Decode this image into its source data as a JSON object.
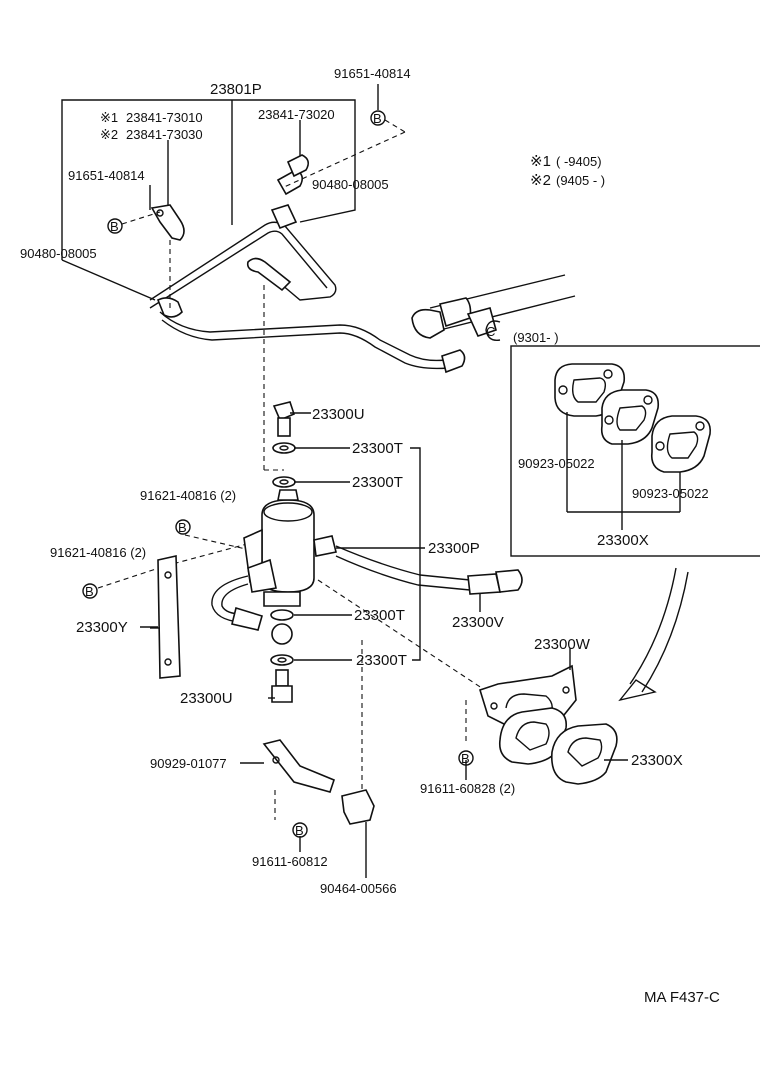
{
  "labels": {
    "p23801P": "23801P",
    "p91651_top": "91651-40814",
    "p23841_73020": "23841-73020",
    "p23841_73010": "23841-73010",
    "p23841_73030": "23841-73030",
    "mark1": "※1",
    "mark2": "※2",
    "p91651_left": "91651-40814",
    "p90480_right": "90480-08005",
    "p90480_left": "90480-08005",
    "legend1_mark": "※1",
    "legend1_range": "(      -9405)",
    "legend2_mark": "※2",
    "legend2_range": "(9405 -      )",
    "inset_range": "(9301-        )",
    "p90923_left": "90923-05022",
    "p90923_right": "90923-05022",
    "p23300X_inset": "23300X",
    "p23300U_top": "23300U",
    "p23300T_1": "23300T",
    "p23300T_2": "23300T",
    "p91621_top": "91621-40816 (2)",
    "p91621_left": "91621-40816 (2)",
    "p23300P": "23300P",
    "p23300Y": "23300Y",
    "p23300T_3": "23300T",
    "p23300V": "23300V",
    "p23300T_4": "23300T",
    "p23300W": "23300W",
    "p23300U_bottom": "23300U",
    "p23300X_main": "23300X",
    "p90929": "90929-01077",
    "p91611_right": "91611-60828 (2)",
    "p91611_bottom": "91611-60812",
    "p90464": "90464-00566",
    "bolt_mark": "B",
    "clamp_mark": "C",
    "footer_code": "MA  F437-C"
  }
}
